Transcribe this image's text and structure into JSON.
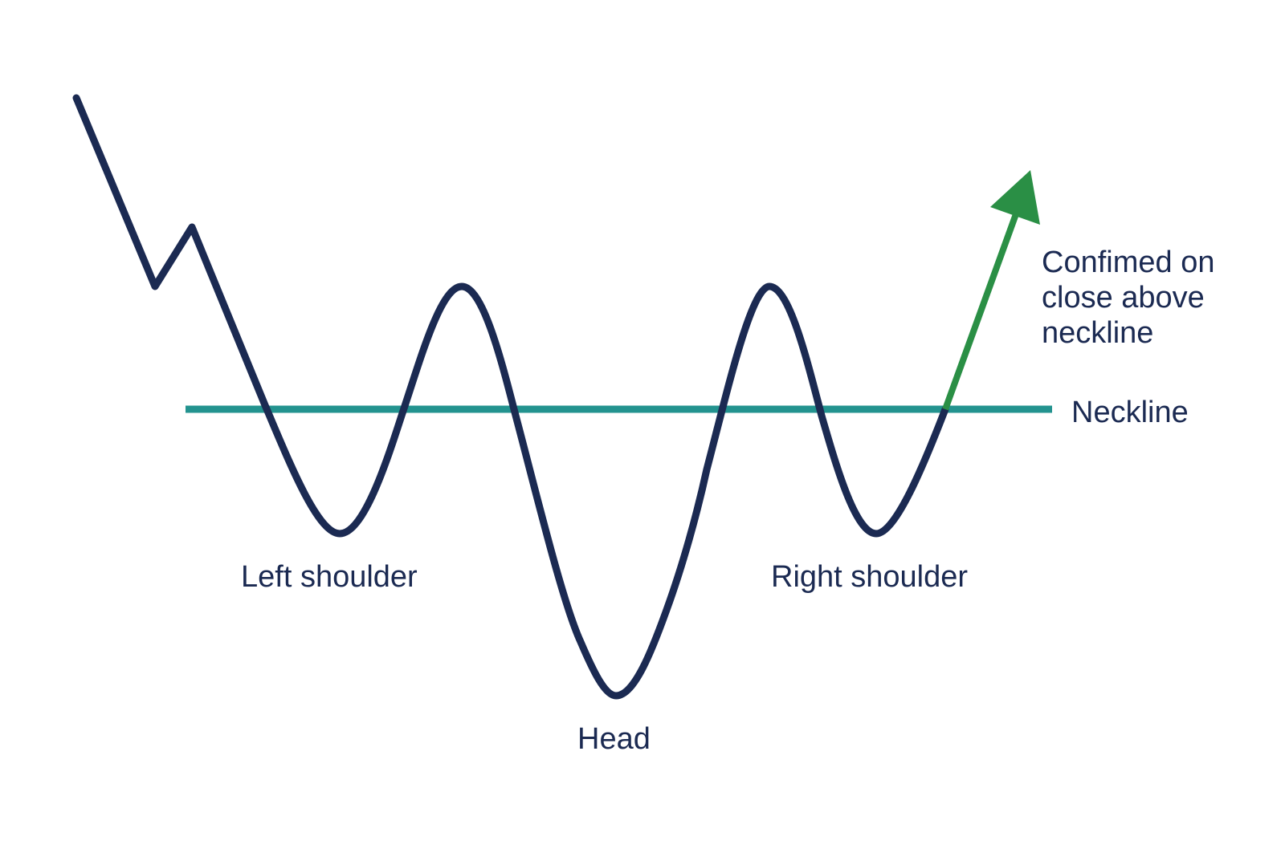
{
  "labels": {
    "left_shoulder": "Left shoulder",
    "head": "Head",
    "right_shoulder": "Right shoulder",
    "neckline": "Neckline",
    "confirmation": [
      "Confimed on",
      "close above",
      "neckline"
    ]
  },
  "colors": {
    "price_line": "#1b2a52",
    "neckline": "#23938f",
    "breakout_arrow": "#2a8f45",
    "text": "#1b2a52",
    "background": "#ffffff"
  }
}
